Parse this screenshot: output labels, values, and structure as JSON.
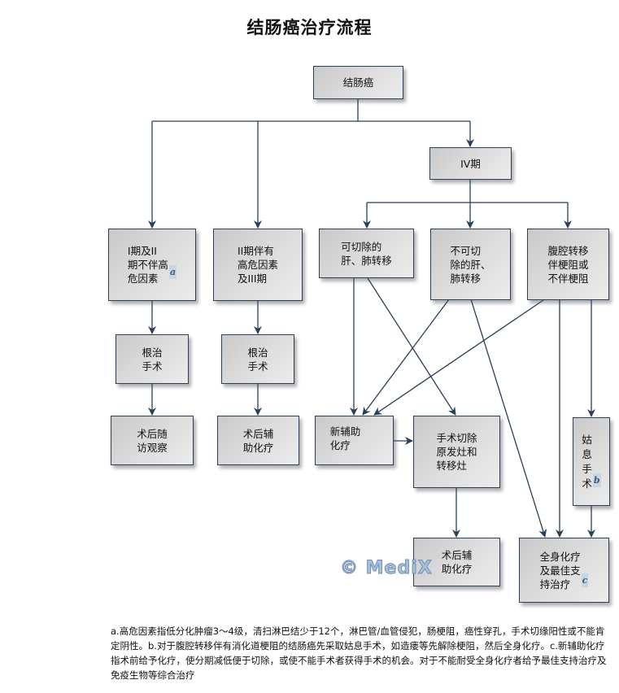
{
  "title": "结肠癌治疗流程",
  "nodes": {
    "colon_cancer": {
      "label": "结肠癌"
    },
    "stage_iv": {
      "label": "IV期"
    },
    "stage_1_2_low": {
      "label": "I期及II\n期不伴高\n危因素",
      "note": "a"
    },
    "stage_2_high_3": {
      "label": "II期伴有\n高危因素\n及III期"
    },
    "resectable_mets": {
      "label": "可切除的\n肝、肺转移"
    },
    "unresectable_mets": {
      "label": "不可切\n除的肝、\n肺转移"
    },
    "peritoneal": {
      "label": "腹腔转移\n伴梗阻或\n不伴梗阻"
    },
    "radical_surgery_1": {
      "label": "根治\n手术"
    },
    "radical_surgery_2": {
      "label": "根治\n手术"
    },
    "followup": {
      "label": "术后随\n访观察"
    },
    "adjuvant_chemo_1": {
      "label": "术后辅\n助化疗"
    },
    "neoadjuvant": {
      "label": "新辅助\n化疗"
    },
    "resect_primary_mets": {
      "label": "手术切除\n原发灶和\n转移灶"
    },
    "palliative_surgery": {
      "label": "姑\n息\n手\n术",
      "note": "b"
    },
    "adjuvant_chemo_2": {
      "label": "术后辅\n助化疗"
    },
    "systemic_chemo": {
      "label": "全身化疗\n及最佳支\n持治疗",
      "note": "c"
    }
  },
  "watermark": "© MediX",
  "footnote": "a.高危因素指低分化肿瘤3～4级，清扫淋巴结少于12个，淋巴管/血管侵犯，肠梗阻，癌性穿孔，手术切缘阳性或不能肯定阴性。b.对于腹腔转移伴有消化道梗阻的结肠癌先采取姑息手术，如造瘘等先解除梗阻，然后全身化疗。c.新辅助化疗指术前给予化疗，使分期减低便于切除，或使不能手术者获得手术的机会。对于不能耐受全身化疗者给予最佳支持治疗及免疫生物等综合治疗",
  "colors": {
    "line": "#2b3f57",
    "box_border": "#2b3f57"
  }
}
